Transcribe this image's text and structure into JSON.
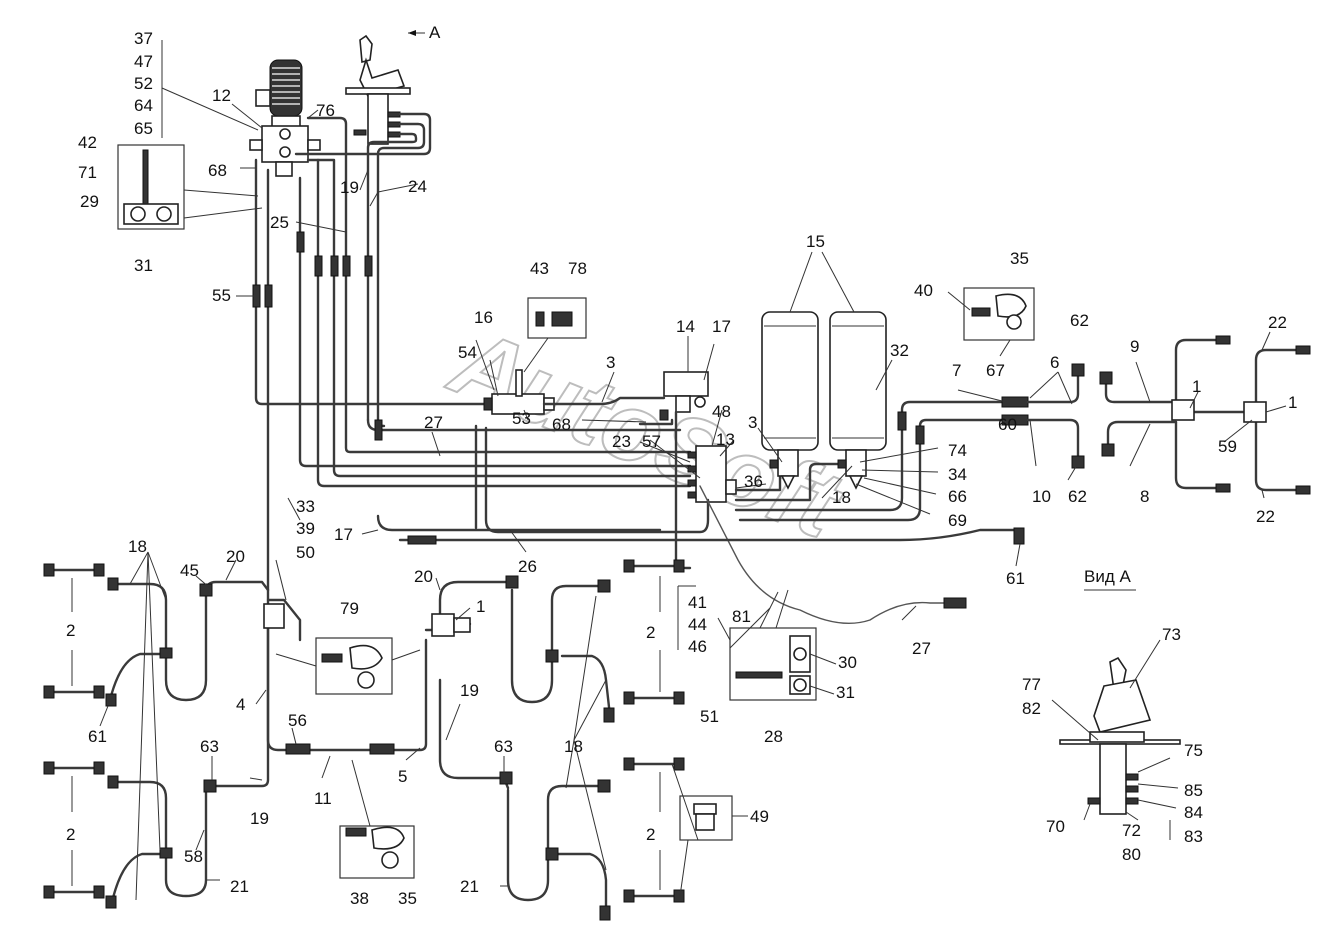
{
  "watermark": "AutoSoft",
  "view_title": "Вид A",
  "view_arrow_label": "A",
  "callouts": {
    "c37": "37",
    "c47": "47",
    "c52": "52",
    "c64": "64",
    "c65": "65",
    "c12": "12",
    "c76": "76",
    "c42": "42",
    "c71": "71",
    "c68a": "68",
    "c29": "29",
    "c19a": "19",
    "c24": "24",
    "c25": "25",
    "c31a": "31",
    "c55": "55",
    "c43": "43",
    "c78": "78",
    "c16": "16",
    "c54": "54",
    "c3a": "3",
    "c14": "14",
    "c17a": "17",
    "c15": "15",
    "c32": "32",
    "c40": "40",
    "c35a": "35",
    "c62a": "62",
    "c67": "67",
    "c6": "6",
    "c9": "9",
    "c22a": "22",
    "c1a": "1",
    "c1b": "1",
    "c7": "7",
    "c27a": "27",
    "c53": "53",
    "c68b": "68",
    "c23": "23",
    "c57": "57",
    "c48": "48",
    "c13": "13",
    "c3b": "3",
    "c74": "74",
    "c60": "60",
    "c59": "59",
    "c34": "34",
    "c36": "36",
    "c18a": "18",
    "c66": "66",
    "c69": "69",
    "c10": "10",
    "c62b": "62",
    "c8": "8",
    "c22b": "22",
    "c33": "33",
    "c39": "39",
    "c50": "50",
    "c17b": "17",
    "c26": "26",
    "c61a": "61",
    "c18b": "18",
    "c45": "45",
    "c20a": "20",
    "c20b": "20",
    "c1c": "1",
    "c79": "79",
    "c2a": "2",
    "c2b": "2",
    "c61b": "61",
    "c4": "4",
    "c56": "56",
    "c41": "41",
    "c44": "44",
    "c46": "46",
    "c81": "81",
    "c30": "30",
    "c31b": "31",
    "c51": "51",
    "c28": "28",
    "c27b": "27",
    "c19b": "19",
    "c73": "73",
    "c77": "77",
    "c82": "82",
    "c63a": "63",
    "c63b": "63",
    "c18c": "18",
    "c2c": "2",
    "c2d": "2",
    "c11": "11",
    "c5": "5",
    "c19c": "19",
    "c58": "58",
    "c21a": "21",
    "c21b": "21",
    "c38": "38",
    "c35b": "35",
    "c49": "49",
    "c75": "75",
    "c85": "85",
    "c84": "84",
    "c83": "83",
    "c70": "70",
    "c72": "72",
    "c80": "80"
  }
}
